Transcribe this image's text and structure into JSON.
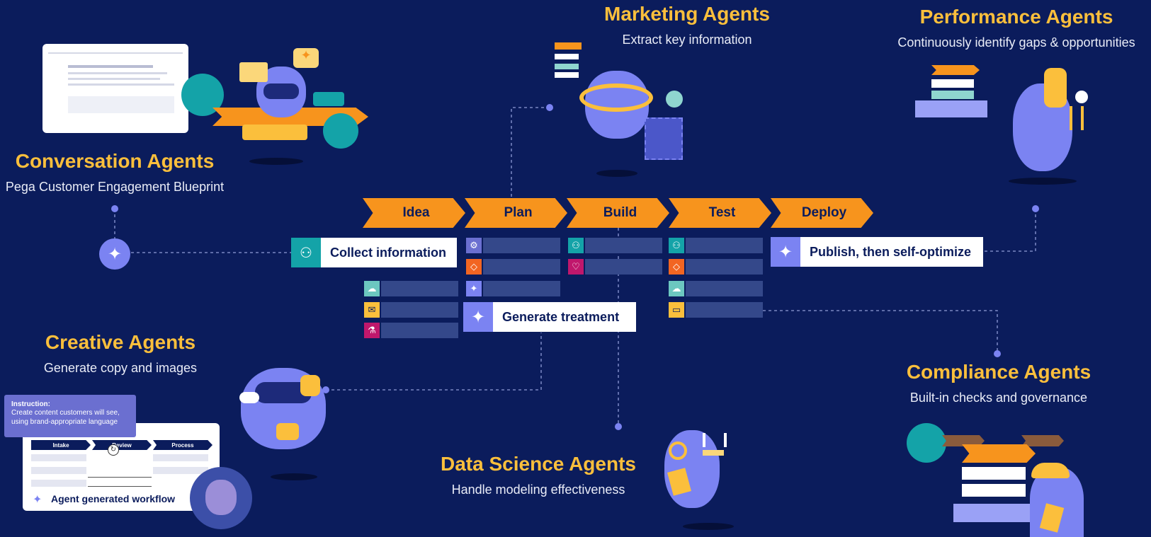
{
  "colors": {
    "background": "#0b1c5c",
    "title": "#fbbf3c",
    "stage": "#f7941d",
    "bar": "#34488a",
    "robot": "#7b83f2",
    "teal": "#14a3a8",
    "orange": "#f26522",
    "magenta": "#c0176c",
    "yellow": "#fbbf3c",
    "lilac": "#8f93f5"
  },
  "agents": {
    "conversation": {
      "title": "Conversation Agents",
      "subtitle": "Pega Customer Engagement Blueprint"
    },
    "marketing": {
      "title": "Marketing Agents",
      "subtitle": "Extract key information"
    },
    "performance": {
      "title": "Performance Agents",
      "subtitle": "Continuously identify gaps & opportunities"
    },
    "creative": {
      "title": "Creative Agents",
      "subtitle": "Generate copy and images"
    },
    "data_science": {
      "title": "Data Science Agents",
      "subtitle": "Handle modeling effectiveness"
    },
    "compliance": {
      "title": "Compliance Agents",
      "subtitle": "Built-in checks and governance"
    }
  },
  "stages": [
    "Idea",
    "Plan",
    "Build",
    "Test",
    "Deploy"
  ],
  "callouts": {
    "collect": {
      "label": "Collect information",
      "icon": "users-chat-icon"
    },
    "generate": {
      "label": "Generate treatment",
      "icon": "sparkle-icon"
    },
    "publish": {
      "label": "Publish, then self-optimize",
      "icon": "sparkle-icon"
    }
  },
  "rows": {
    "idea": [
      "cloud-icon",
      "mail-icon",
      "flask-icon"
    ],
    "plan": [
      "gear-icon",
      "diamond-icon",
      "sparkle-icon"
    ],
    "build": [
      "users-chat-icon",
      "heart-chat-icon"
    ],
    "test": [
      "users-chat-icon",
      "diamond-icon",
      "cloud-icon",
      "message-icon"
    ]
  },
  "creative_panel": {
    "instruction_title": "Instruction:",
    "instruction_text": "Create content customers will see, using brand-appropriate language",
    "columns": [
      "Intake",
      "Review",
      "Process"
    ],
    "footer": "Agent generated workflow"
  }
}
